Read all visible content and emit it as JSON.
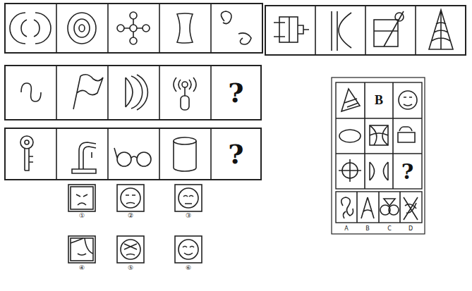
{
  "diagram": {
    "nodes": [
      {
        "text": [
          "?"
        ]
      },
      {
        "text": [
          "B"
        ]
      },
      {
        "text": [
          "?"
        ]
      },
      {
        "text": [
          "?"
        ]
      }
    ],
    "labels": [
      "①",
      "②",
      "③",
      "④",
      "⑤",
      "⑥",
      "A",
      "B",
      "C",
      "D"
    ]
  }
}
